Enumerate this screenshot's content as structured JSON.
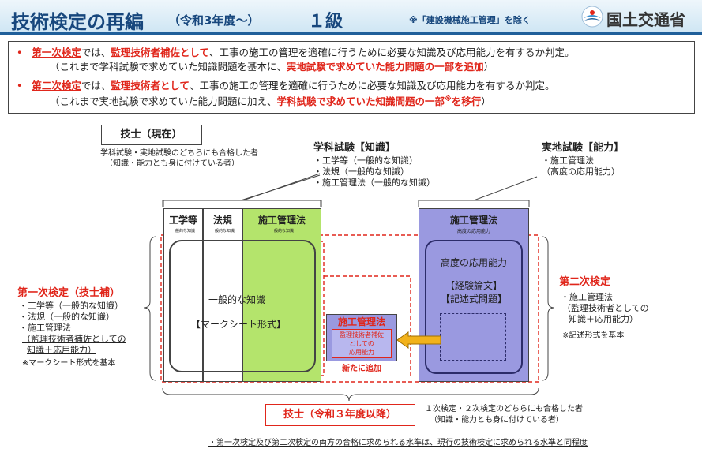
{
  "header": {
    "title": "技術検定の再編",
    "subtitle": "（令和3年度～）",
    "grade": "１級",
    "note": "※「建設機械施工管理」を除く",
    "ministry": "国土交通省"
  },
  "summary": {
    "bullet": "•",
    "line1": {
      "a": "第一次検定",
      "b": "では、",
      "c": "監理技術者補佐として",
      "d": "、工事の施工の管理を適確に行うために必要な知識及び応用能力を有するか判定。"
    },
    "line2": {
      "a": "（これまで学科試験で求めていた知識問題を基本に、",
      "b": "実地試験で求めていた能力問題の一部を追加",
      "c": "）"
    },
    "line3": {
      "a": "第二次検定",
      "b": "では、",
      "c": "監理技術者として",
      "d": "、工事の施工の管理を適確に行うために必要な知識及び応用能力を有するか判定。"
    },
    "line4": {
      "a": "（これまで実地試験で求めていた能力問題に加え、",
      "b": "学科試験で求めていた知識問題の一部",
      "c": "※",
      "d": "を移行",
      "e": "）"
    }
  },
  "current": {
    "label": "技士（現在）",
    "desc1": "学科試験・実地試験のどちらにも合格した者",
    "desc2": "（知識・能力とも身に付けている者）"
  },
  "gakka": {
    "title": "学科試験【知識】",
    "items": [
      "・工学等（一般的な知識）",
      "・法規（一般的な知識）",
      "・施工管理法（一般的な知識）"
    ]
  },
  "jicchi": {
    "title": "実地試験【能力】",
    "items": [
      "・施工管理法",
      "（高度の応用能力）"
    ]
  },
  "columns": {
    "kogaku": {
      "title": "工学等",
      "sub": "一般的な知識"
    },
    "houki": {
      "title": "法規",
      "sub": "一般的な知識"
    },
    "sekou": {
      "title": "施工管理法",
      "sub": "一般的な知識"
    },
    "sekou2": {
      "title": "施工管理法",
      "sub": "高度の応用能力"
    }
  },
  "knowledge": {
    "line1": "一般的な知識",
    "line2": "【マークシート形式】"
  },
  "ability": {
    "line1": "高度の応用能力",
    "line2": "【経験論文】",
    "line3": "【記述式問題】"
  },
  "newbox": {
    "title": "施工管理法",
    "inner1": "監理技術者補佐",
    "inner2": "としての",
    "inner3": "応用能力",
    "added": "新たに追加"
  },
  "first": {
    "title": "第一次検定（技士補）",
    "items": [
      "・工学等（一般的な知識）",
      "・法規（一般的な知識）",
      "・施工管理法"
    ],
    "ul1": "（監理技術者補佐としての",
    "ul2": "知識＋応用能力）",
    "note": "※マークシート形式を基本"
  },
  "second": {
    "title": "第二次検定",
    "items": [
      "・施工管理法"
    ],
    "ul1": "（監理技術者としての",
    "ul2": "知識＋応用能力）",
    "note": "※記述形式を基本"
  },
  "future": {
    "label": "技士（令和３年度以降）",
    "desc1": "１次検定・２次検定のどちらにも合格した者",
    "desc2": "（知識・能力とも身に付けている者）"
  },
  "footnote": "・第一次検定及び第二次検定の両方の合格に求められる水準は、現行の技術検定に求められる水準と同程度",
  "colors": {
    "header_text": "#17477d",
    "red": "#e0261b",
    "green": "#b4e46c",
    "purple": "#9a99e0",
    "arrow": "#f2b21b"
  }
}
